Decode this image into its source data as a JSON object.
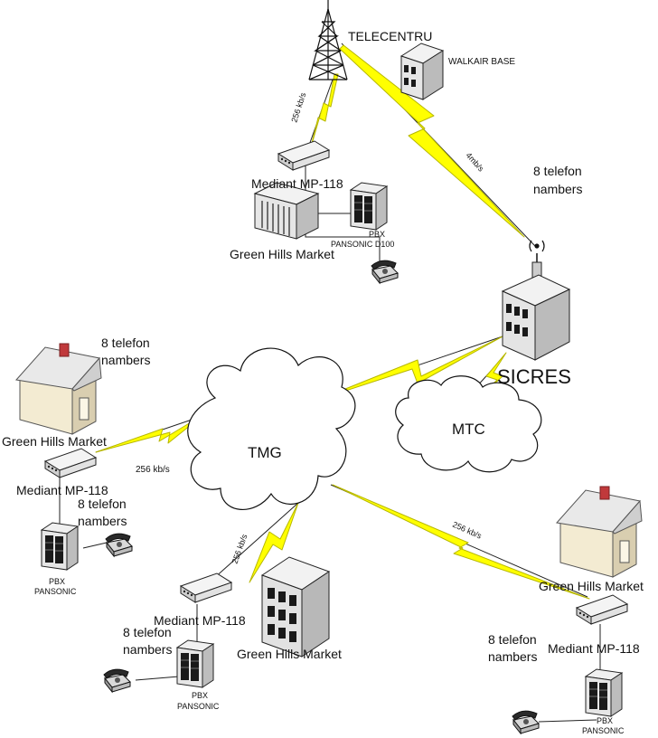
{
  "colors": {
    "lightning": "#ffff00",
    "lightning_stroke": "#b7b700",
    "building_front": "#e8e8e8",
    "house_wall": "#f3ebd2",
    "roof": "#e6e6e6",
    "chimney": "#c0393b"
  },
  "icons": [
    "radio-tower-icon",
    "office-building-icon",
    "house-icon",
    "store-building-icon",
    "gateway-device-icon",
    "pbx-cabinet-icon",
    "telephone-icon",
    "antenna-icon",
    "cloud-icon"
  ],
  "labels": {
    "telecentru": "TELECENTRU",
    "walkair_base": "WALKAIR BASE",
    "link_256_top": "256 kb/s",
    "link_4mb": "4mb/s",
    "mediant_top": "Mediant MP-118",
    "pbx_top_1": "PBX",
    "pbx_top_2": "PANSONIC D100",
    "green_hills_top": "Green Hills Market",
    "telefon_sicres_1": "8 telefon",
    "telefon_sicres_2": "nambers",
    "sicres": "SICRES",
    "mtc": "MTC",
    "tmg": "TMG",
    "telefon_house_1": "8 telefon",
    "telefon_house_2": "nambers",
    "green_hills_left": "Green Hills Market",
    "link_256_left": "256 kb/s",
    "mediant_left": "Mediant MP-118",
    "telefon_left_1": "8 telefon",
    "telefon_left_2": "nambers",
    "pbx_left_1": "PBX",
    "pbx_left_2": "PANSONIC",
    "link_256_mid": "256 kb/s",
    "mediant_mid": "Mediant MP-118",
    "telefon_mid_1": "8 telefon",
    "telefon_mid_2": "nambers",
    "green_hills_mid": "Green Hills Market",
    "pbx_mid_1": "PBX",
    "pbx_mid_2": "PANSONIC",
    "link_256_right": "256 kb/s",
    "green_hills_right": "Green Hills Market",
    "mediant_right": "Mediant MP-118",
    "telefon_right_1": "8 telefon",
    "telefon_right_2": "nambers",
    "pbx_right_1": "PBX",
    "pbx_right_2": "PANSONIC"
  }
}
